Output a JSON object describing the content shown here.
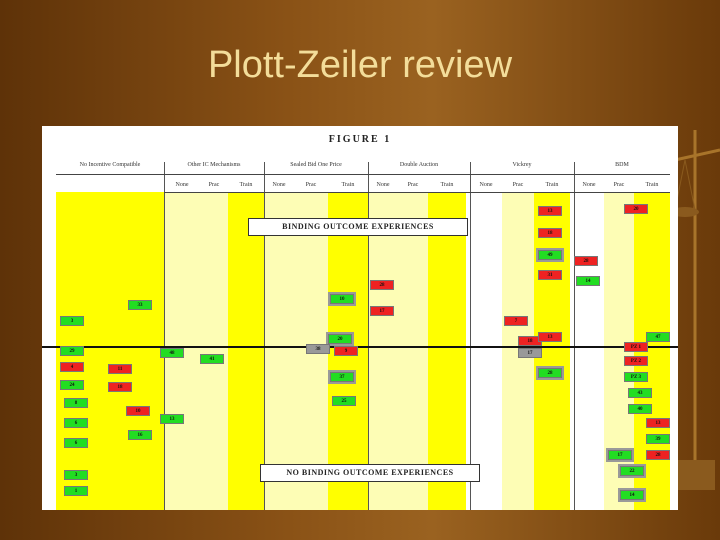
{
  "slide": {
    "title": "Plott-Zeiler review"
  },
  "figure": {
    "title": "FIGURE 1",
    "groups": [
      "No Incentive Compatible",
      "Other IC Mechanisms",
      "Sealed Bid One Price",
      "Double Auction",
      "Vickrey",
      "BDM"
    ],
    "subheads": [
      "None",
      "Prac",
      "Train"
    ],
    "banner_top": "BINDING OUTCOME EXPERIENCES",
    "banner_bottom": "NO BINDING OUTCOME EXPERIENCES",
    "boxes": [
      "3",
      "29",
      "4",
      "24",
      "8",
      "6",
      "6",
      "3",
      "1",
      "33",
      "11",
      "18",
      "10",
      "16",
      "48",
      "41",
      "13",
      "10",
      "28",
      "20",
      "38",
      "9",
      "37",
      "25",
      "7",
      "18",
      "17",
      "13",
      "18",
      "28",
      "14",
      "49",
      "31",
      "13",
      "28",
      "17",
      "20",
      "PZ 2",
      "47",
      "PZ 3",
      "PZ 1",
      "43",
      "40",
      "13",
      "39",
      "28",
      "17",
      "22",
      "14"
    ]
  },
  "colors": {
    "title": "#f3dd9a",
    "yellow": "#ffff00",
    "green": "#22dd22",
    "red": "#ee2222"
  }
}
